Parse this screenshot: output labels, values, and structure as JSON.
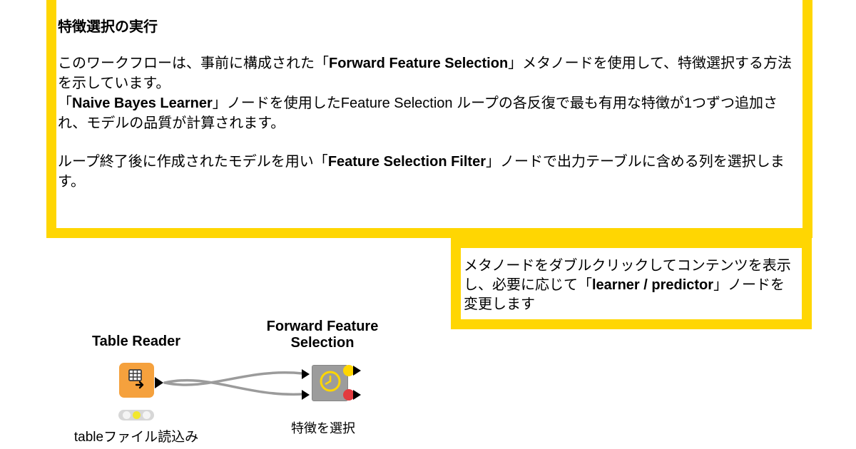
{
  "top_note": {
    "title": "特徴選択の実行",
    "paragraphs": [
      [
        {
          "text": "このワークフローは、事前に構成された「",
          "bold": false
        },
        {
          "text": "Forward Feature Selection",
          "bold": true
        },
        {
          "text": "」メタノードを使用して、特徴選択する方法を示しています。",
          "bold": false
        }
      ],
      [
        {
          "text": "「",
          "bold": false
        },
        {
          "text": "Naive Bayes Learner",
          "bold": true
        },
        {
          "text": "」ノードを使用したFeature Selection ループの各反復で最も有用な特徴が1つずつ追加され、モデルの品質が計算されます。",
          "bold": false
        }
      ],
      [
        {
          "text": "ループ終了後に作成されたモデルを用い「",
          "bold": false
        },
        {
          "text": "Feature Selection Filter",
          "bold": true
        },
        {
          "text": "」ノードで出力テーブルに含める列を選択します。",
          "bold": false
        }
      ]
    ]
  },
  "side_note": {
    "segments": [
      {
        "text": "メタノードをダブルクリックしてコンテンツを表示し、必要に応じて「",
        "bold": false
      },
      {
        "text": "learner / predictor",
        "bold": true
      },
      {
        "text": "」ノードを変更します",
        "bold": false
      }
    ]
  },
  "workflow": {
    "nodes": [
      {
        "name": "Table Reader",
        "annotation": "tableファイル読込み",
        "icon": "table-arrow-icon",
        "status_light": "yellow",
        "body_color": "#F5A13D"
      },
      {
        "name": "Forward Feature Selection",
        "annotation": "特徴を選択",
        "icon": "clock-icon",
        "body_color": "#9C9C9C",
        "output_port_colors": [
          "#FFD600",
          "#E23B3F"
        ]
      }
    ],
    "connections": [
      {
        "from": "Table Reader",
        "to": "Forward Feature Selection",
        "to_port": "top"
      },
      {
        "from": "Table Reader",
        "to": "Forward Feature Selection",
        "to_port": "bottom"
      }
    ]
  },
  "colors": {
    "annotation_frame_yellow": "#FFD602",
    "node_orange": "#F5A13D",
    "node_gray": "#9C9C9C",
    "wire_gray": "#9B9B9B",
    "port_yellow": "#FFD600",
    "port_red": "#E23B3F",
    "traffic_light_on_yellow": "#F2E72E"
  }
}
